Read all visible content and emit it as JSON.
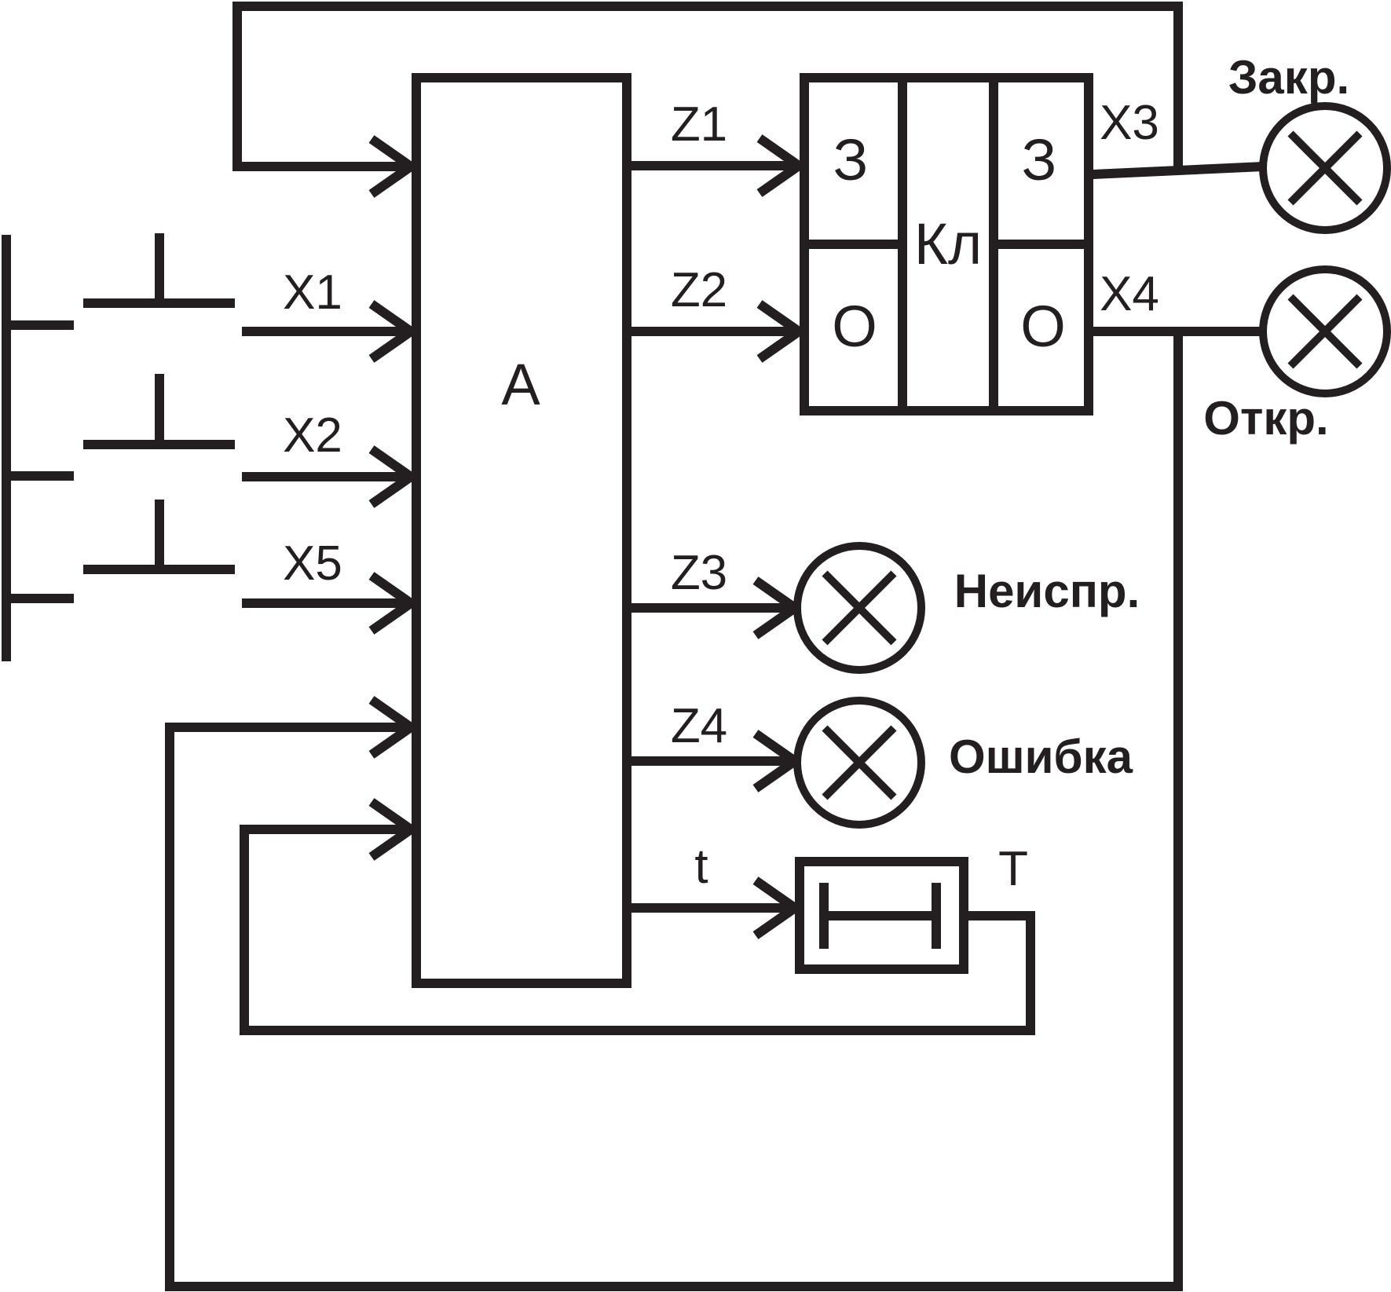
{
  "diagram": {
    "block_a": "A",
    "valve": {
      "center": "Кл",
      "close_left": "З",
      "close_right": "З",
      "open_left": "О",
      "open_right": "О"
    },
    "inputs": {
      "x1": "X1",
      "x2": "X2",
      "x5": "X5"
    },
    "outputs": {
      "z1": "Z1",
      "z2": "Z2",
      "z3": "Z3",
      "z4": "Z4",
      "t": "t"
    },
    "feedback": {
      "x3": "X3",
      "x4": "X4"
    },
    "timer": "T",
    "lamps": {
      "closed": "Закр.",
      "opened": "Откр.",
      "fault": "Неиспр.",
      "error": "Ошибка"
    }
  }
}
